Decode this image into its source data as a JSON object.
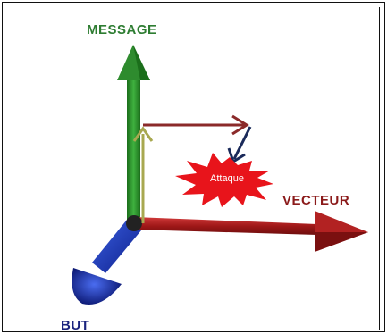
{
  "labels": {
    "message": "MESSAGE",
    "vecteur": "VECTEUR",
    "but": "BUT",
    "attaque": "Attaque"
  },
  "colors": {
    "message_axis": "#2e8b2e",
    "vecteur_axis": "#b22222",
    "but_axis": "#1f3fbf",
    "attack_path": "#8b2a2a",
    "attack_arrow": "#1a2a5a",
    "burst": "#e8141b",
    "start_arrow": "#a8a850"
  }
}
